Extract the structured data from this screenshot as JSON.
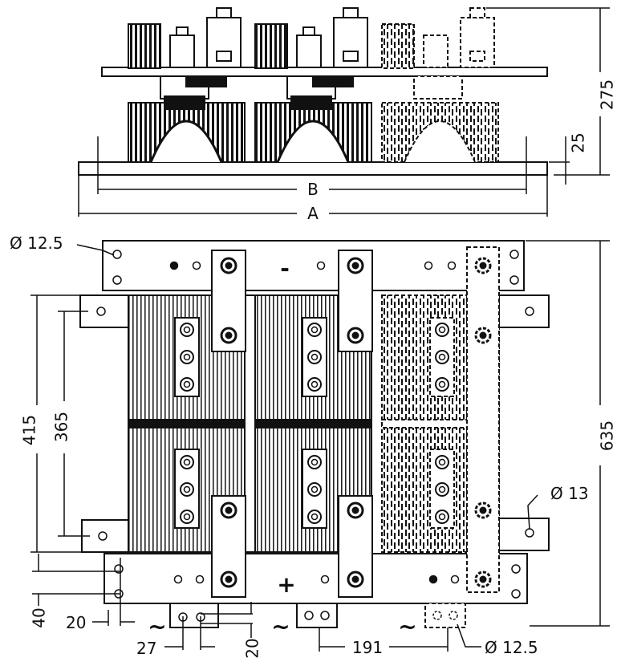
{
  "drawing": {
    "dims": {
      "d275": "275",
      "d25": "25",
      "dB": "B",
      "dA": "A",
      "dia_top": "Ø 12.5",
      "d415": "415",
      "d365": "365",
      "d635": "635",
      "dia13": "Ø 13",
      "d40": "40",
      "d20_left": "20",
      "d27": "27",
      "d20_bottom": "20",
      "d191": "191",
      "dia_bottom": "Ø 12.5"
    },
    "terminals": {
      "minus": "-",
      "plus": "+",
      "ac1": "~",
      "ac2": "~",
      "ac3": "~"
    }
  }
}
